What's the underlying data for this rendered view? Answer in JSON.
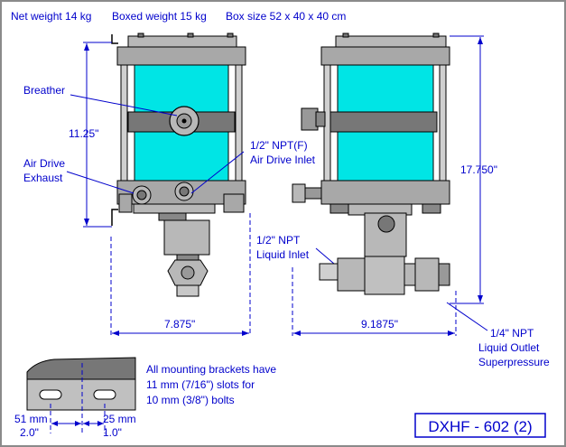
{
  "header": {
    "net_weight": "Net weight 14 kg",
    "boxed_weight": "Boxed weight 15 kg",
    "box_size": "Box size 52 x 40 x 40 cm"
  },
  "labels": {
    "breather": "Breather",
    "air_drive_exhaust_1": "Air Drive",
    "air_drive_exhaust_2": "Exhaust",
    "air_drive_inlet_1": "1/2\" NPT(F)",
    "air_drive_inlet_2": "Air Drive Inlet",
    "liquid_inlet_1": "1/2\" NPT",
    "liquid_inlet_2": "Liquid Inlet",
    "liquid_outlet_1": "1/4\" NPT",
    "liquid_outlet_2": "Liquid Outlet",
    "liquid_outlet_3": "Superpressure"
  },
  "dimensions": {
    "front_height": "11.25\"",
    "front_width": "7.875\"",
    "side_height": "17.750\"",
    "side_width": "9.1875\"",
    "bracket_left_mm": "51 mm",
    "bracket_left_in": "2.0\"",
    "bracket_right_mm": "25 mm",
    "bracket_right_in": "1.0\""
  },
  "bracket_note": {
    "line1": "All mounting brackets have",
    "line2": "11 mm (7/16\") slots for",
    "line3": "10 mm (3/8\") bolts"
  },
  "model": "DXHF - 602 (2)",
  "colors": {
    "cylinder": "#00e5e5",
    "body": "#b8b8b8",
    "dark": "#555555",
    "text": "#0000cc"
  }
}
